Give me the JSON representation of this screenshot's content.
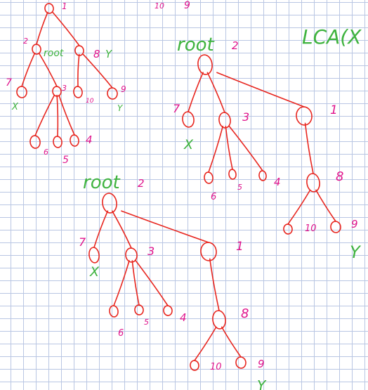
{
  "colors": {
    "edge": "#e8261f",
    "node_label": "#e0148c",
    "annotation": "#3fb33f",
    "grid": "#b9c6e3"
  },
  "heading": "LCA(X",
  "top_labels": [
    "10",
    "9"
  ],
  "trees": [
    {
      "id": "tree-1",
      "nodes": [
        {
          "id": "n1",
          "label": "1"
        },
        {
          "id": "n2",
          "label": "2",
          "tag": "root"
        },
        {
          "id": "n8",
          "label": "8",
          "note": "Y"
        },
        {
          "id": "n7",
          "label": "7",
          "note": "X"
        },
        {
          "id": "n3",
          "label": "3"
        },
        {
          "id": "n10",
          "label": "10"
        },
        {
          "id": "n9",
          "label": "9",
          "note": "Y"
        },
        {
          "id": "n6",
          "label": "6"
        },
        {
          "id": "n5",
          "label": "5"
        },
        {
          "id": "n4",
          "label": "4"
        }
      ]
    },
    {
      "id": "tree-2",
      "nodes": [
        {
          "id": "n2",
          "label": "2",
          "tag": "root"
        },
        {
          "id": "n7",
          "label": "7",
          "note": "X"
        },
        {
          "id": "n3",
          "label": "3"
        },
        {
          "id": "n1",
          "label": "1"
        },
        {
          "id": "n6",
          "label": "6"
        },
        {
          "id": "n5",
          "label": "5"
        },
        {
          "id": "n4",
          "label": "4"
        },
        {
          "id": "n8",
          "label": "8"
        },
        {
          "id": "n10",
          "label": "10"
        },
        {
          "id": "n9",
          "label": "9",
          "note": "Y"
        }
      ]
    },
    {
      "id": "tree-3",
      "nodes": [
        {
          "id": "n2",
          "label": "2",
          "tag": "root"
        },
        {
          "id": "n7",
          "label": "7",
          "note": "X"
        },
        {
          "id": "n3",
          "label": "3"
        },
        {
          "id": "n1",
          "label": "1"
        },
        {
          "id": "n6",
          "label": "6"
        },
        {
          "id": "n5",
          "label": "5"
        },
        {
          "id": "n4",
          "label": "4"
        },
        {
          "id": "n8",
          "label": "8"
        },
        {
          "id": "n10",
          "label": "10"
        },
        {
          "id": "n9",
          "label": "9",
          "note": "Y"
        }
      ]
    }
  ]
}
